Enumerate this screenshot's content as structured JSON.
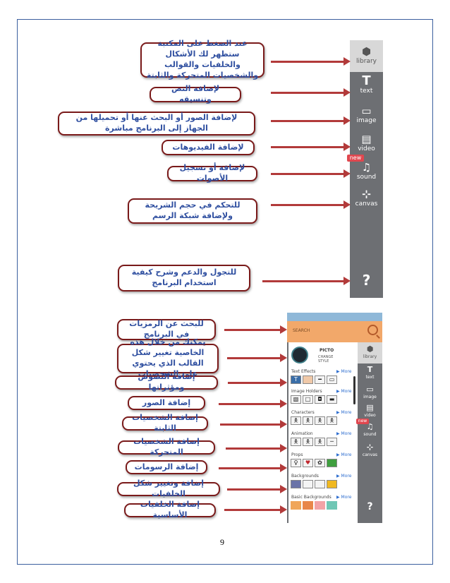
{
  "top_labels": [
    "عند الضغط على المكتبة ستظهر لك الأشكال والخلفيات والقوالب والشخصيات المتحركة والثابتة",
    "لإضافة النص وتنسيقه",
    "لإضافة الصور أو البحث عنها أو تحميلها من الجهاز إلى البرنامج مباشرة",
    "لإضافة الفيديوهات",
    "لإضافة أو تسجيل الأصوات",
    "للتحكم في حجم الشريحة ولإضافة شبكة الرسم",
    "للتجول والدعم وشرح كيفية استخدام البرنامج"
  ],
  "toolbar": {
    "library": "library",
    "text": "text",
    "image": "image",
    "video": "video",
    "new": "new",
    "sound": "sound",
    "canvas": "canvas",
    "help": "?"
  },
  "bottom_labels": [
    "للبحث عن الرمزيات في البرنامج",
    "يمكنك من خلال هذه الخاصية تغيير شكل القالب الذي يحتوي على الشخصيات",
    "إضافة النصوص ومؤثراتها",
    "إضافة الصور",
    "إضافة الشخصيات الثابتة",
    "إضافة الشخصيات المتحركة",
    "إضافة الرسومات",
    "إضافة وتغيير شكل الخلفيات",
    "إضافة الخلفيات الأساسية"
  ],
  "app": {
    "search": "SEARCH",
    "picto_name": "PICTO",
    "change_style": "CHANGE STYLE",
    "more": "▶ More",
    "sections": [
      "Text Effects",
      "Image Holders",
      "Characters",
      "Animation",
      "Props",
      "Backgrounds",
      "Basic Backgrounds"
    ]
  },
  "page_number": "9"
}
